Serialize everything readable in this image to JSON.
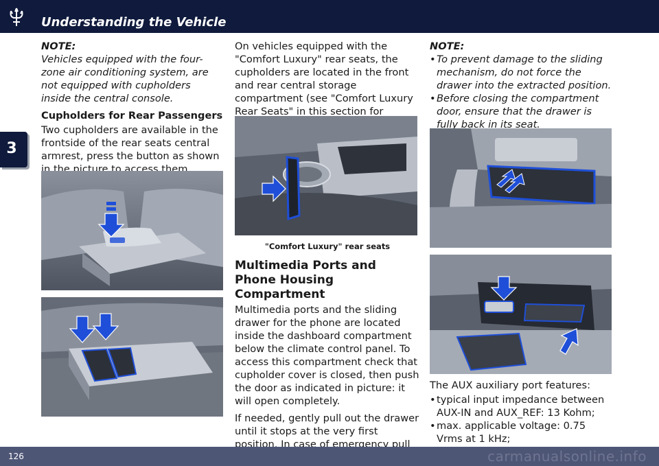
{
  "header": {
    "title": "Understanding the Vehicle",
    "logo_icon": "trident-icon"
  },
  "chapter_tab": {
    "number": "3"
  },
  "footer": {
    "page_number": "126",
    "watermark": "carmanualsonline.info"
  },
  "colors": {
    "header_bg": "#0f1a3c",
    "footer_bg": "#4e5676",
    "highlight_blue": "#1f4fd8"
  },
  "column1": {
    "note_label": "NOTE:",
    "note_text": "Vehicles equipped with the four-zone air conditioning system, are not equipped with cupholders inside the central console.",
    "subhead": "Cupholders for Rear Passengers",
    "body": "Two cupholders are available in the frontside of the rear seats central armrest, press the button as shown in the picture to access them."
  },
  "column2": {
    "body": "On vehicles equipped with the \"Comfort Luxury\" rear seats, the cupholders are located in the front and rear central storage compartment (see \"Comfort Luxury Rear Seats\" in this section for further information).",
    "caption": "\"Comfort Luxury\" rear seats",
    "section_title": "Multimedia Ports and Phone Housing Compartment",
    "para1": "Multimedia ports and the sliding drawer for the phone are located inside the dashboard compartment below the climate control panel. To access this compartment check that cupholder cover is closed, then push the door as indicated in picture: it will open completely.",
    "para2": "If needed, gently pull out the drawer until it stops at the very first position. In case of emergency pull out the drawer completely."
  },
  "column3": {
    "note_label": "NOTE:",
    "notes": [
      "To prevent damage to the sliding mechanism, do not force the drawer into the extracted position.",
      "Before closing the compartment door, ensure that the drawer is fully back in its seat."
    ],
    "aux_intro": "The AUX auxiliary port features:",
    "aux_items": [
      "typical input impedance between AUX-IN and AUX_REF: 13 Kohm;",
      "max. applicable voltage: 0.75 Vrms at 1 kHz;"
    ]
  }
}
